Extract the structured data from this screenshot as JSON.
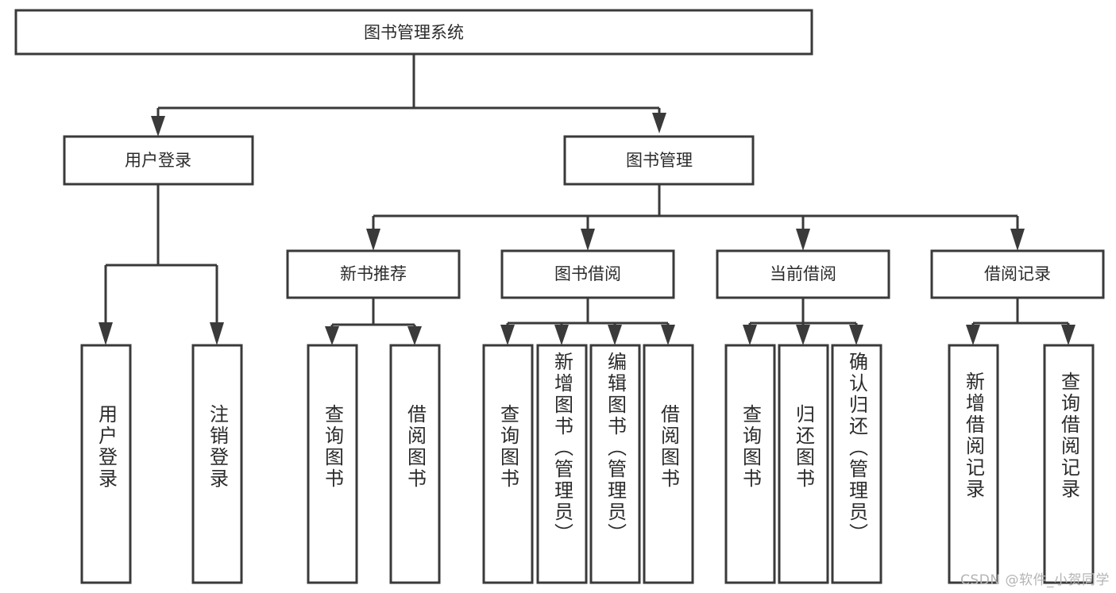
{
  "diagram": {
    "type": "tree-hierarchy-chart",
    "title": "图书管理系统",
    "watermark": "CSDN @软件_小贺同学",
    "colors": {
      "stroke": "#3a3a3a",
      "fill": "#ffffff",
      "text": "#2b2b2b",
      "watermark": "#b4b4b4",
      "background": "#ffffff"
    },
    "root": {
      "label": "图书管理系统"
    },
    "level2": [
      {
        "label": "用户登录"
      },
      {
        "label": "图书管理"
      }
    ],
    "level3": [
      {
        "label": "新书推荐"
      },
      {
        "label": "图书借阅"
      },
      {
        "label": "当前借阅"
      },
      {
        "label": "借阅记录"
      }
    ],
    "leaves": {
      "user_login": [
        {
          "label": "用户登录"
        },
        {
          "label": "注销登录"
        }
      ],
      "new_book_recommend": [
        {
          "label": "查询图书"
        },
        {
          "label": "借阅图书"
        }
      ],
      "book_borrow": [
        {
          "label": "查询图书"
        },
        {
          "label": "新增图书（管理员）"
        },
        {
          "label": "编辑图书（管理员）"
        },
        {
          "label": "借阅图书"
        }
      ],
      "current_borrow": [
        {
          "label": "查询图书"
        },
        {
          "label": "归还图书"
        },
        {
          "label": "确认归还（管理员）"
        }
      ],
      "borrow_records": [
        {
          "label": "新增借阅记录"
        },
        {
          "label": "查询借阅记录"
        }
      ]
    }
  }
}
